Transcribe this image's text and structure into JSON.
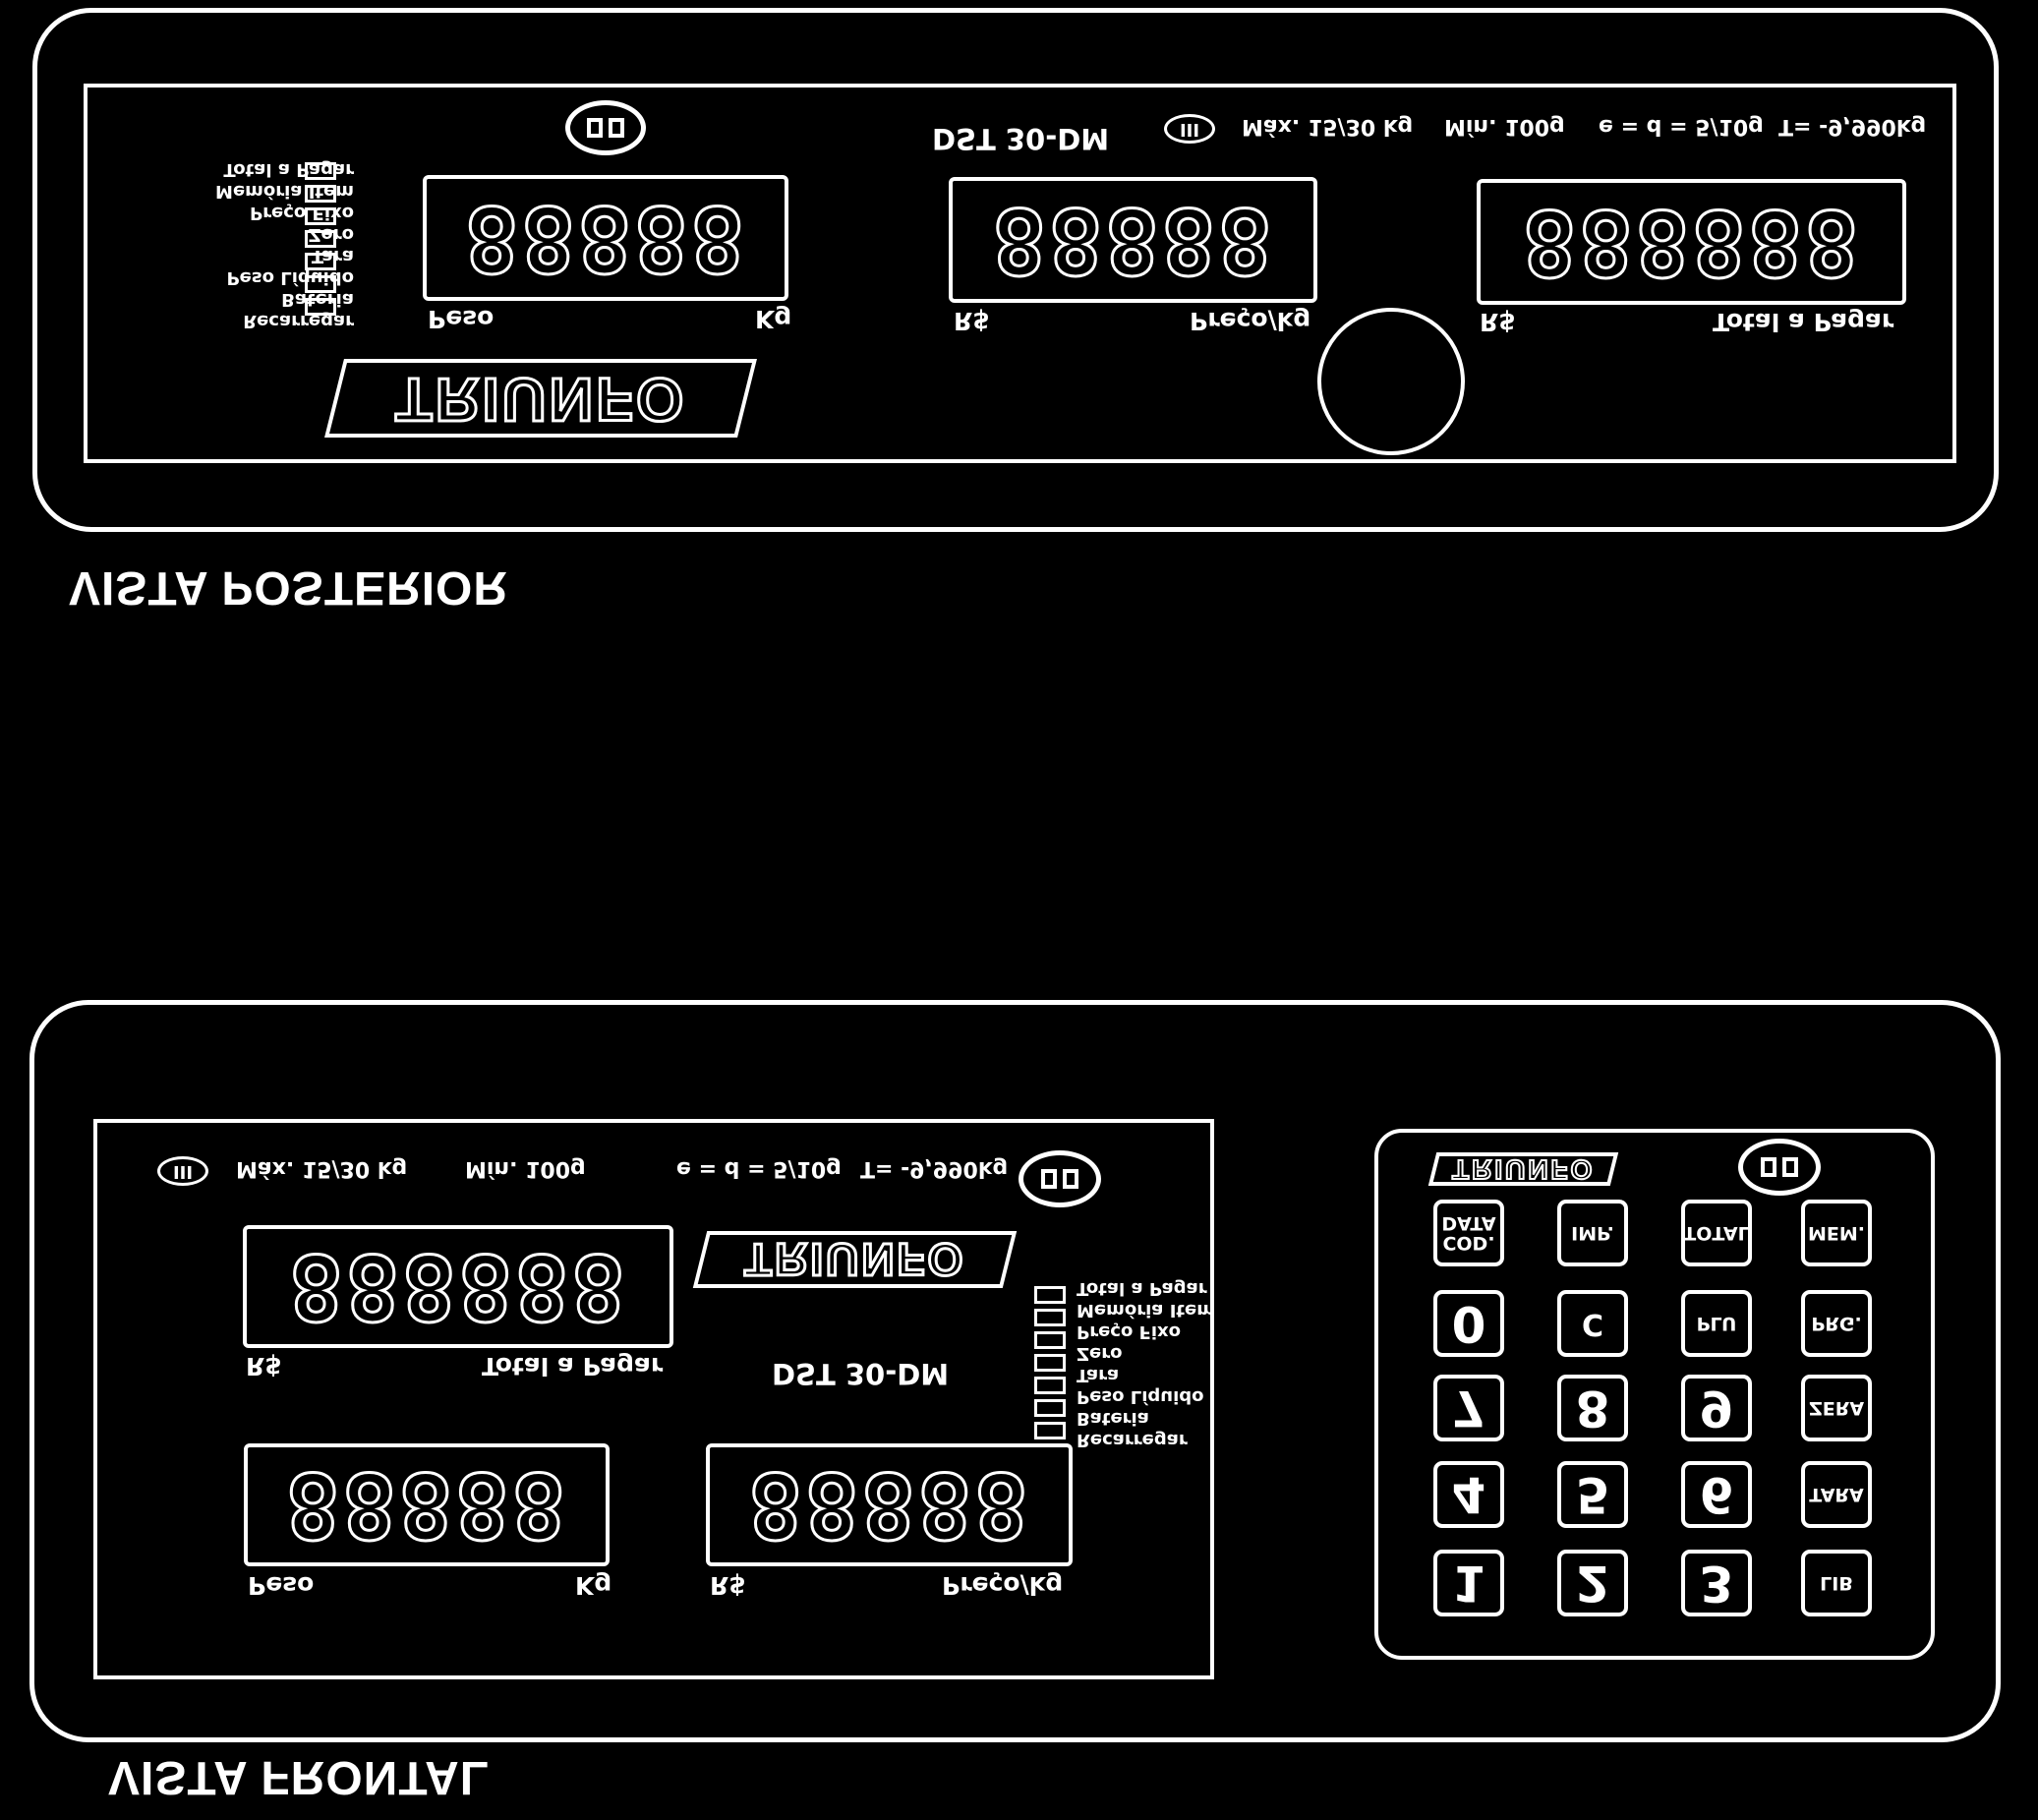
{
  "rear_view": {
    "title": "VISTA POSTERIOR",
    "model": "DST 30-DM",
    "class_mark": "III",
    "max": "Máx. 15/30 kg",
    "min": "Mín. 100g",
    "division": "e = d = 5/10g",
    "tare": "T= -9,990kg",
    "brand": "TRIUNFO",
    "indicators": [
      "Total a Pagar",
      "Memória Item",
      "Preço Fixo",
      "Zero",
      "Tara",
      "Peso Líquido",
      "Bateria",
      "Recarregar"
    ],
    "displays": {
      "weight": {
        "digits": "88888",
        "left_label": "Peso",
        "right_label": "Kg"
      },
      "price": {
        "digits": "88888",
        "left_label": "R$",
        "right_label": "Preço/kg"
      },
      "total": {
        "digits": "888888",
        "left_label": "R$",
        "right_label": "Total a Pagar"
      }
    }
  },
  "front_view": {
    "title": "VISTA FRONTAL",
    "model": "DST 30-DM",
    "class_mark": "III",
    "max": "Máx. 15/30 kg",
    "min": "Mín. 100g",
    "division": "e = d = 5/10g",
    "tare": "T= -9,990kg",
    "brand": "TRIUNFO",
    "indicators": [
      "Total a Pagar",
      "Memória Item",
      "Preço Fixo",
      "Zero",
      "Tara",
      "Peso Líquido",
      "Bateria",
      "Recarregar"
    ],
    "displays": {
      "total": {
        "digits": "888888",
        "left_label": "R$",
        "right_label": "Total a Pagar"
      },
      "weight": {
        "digits": "88888",
        "left_label": "Peso",
        "right_label": "Kg"
      },
      "price": {
        "digits": "88888",
        "left_label": "R$",
        "right_label": "Preço/kg"
      }
    },
    "keypad": {
      "brand": "TRIUNFO",
      "keys": {
        "cod_data": "COD. DATA",
        "imp": "IMP.",
        "total": "TOTAL",
        "mem": "MEM.",
        "k0": "0",
        "c": "C",
        "plu": "PLU",
        "prg": "PRG.",
        "k7": "7",
        "k8": "8",
        "k9": "9",
        "zera": "ZERA",
        "k4": "4",
        "k5": "5",
        "k6": "6",
        "tara": "TARA",
        "k1": "1",
        "k2": "2",
        "k3": "3",
        "lib": "LIB"
      }
    }
  }
}
